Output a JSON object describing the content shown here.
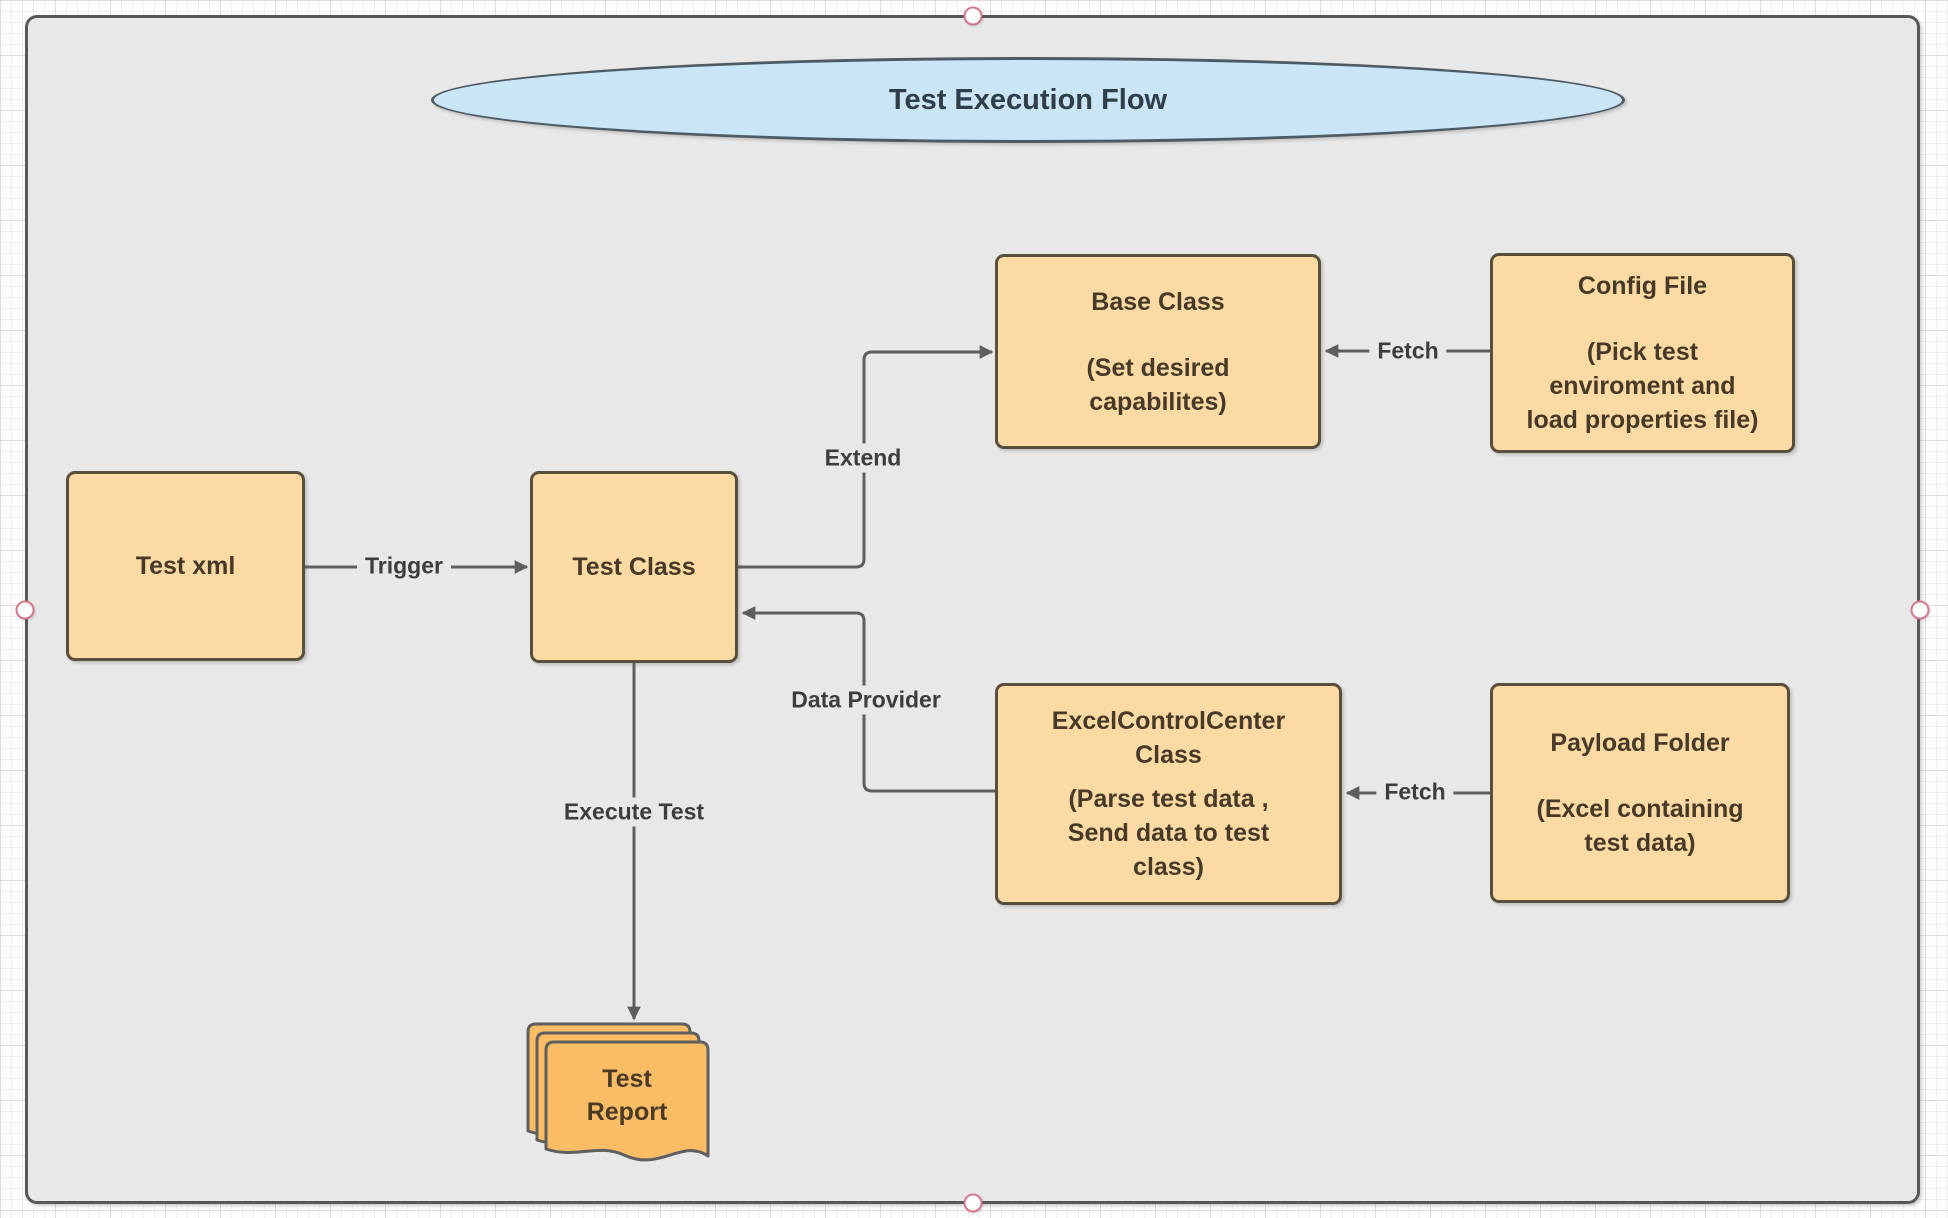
{
  "diagram": {
    "title": "Test Execution Flow",
    "nodes": {
      "test_xml": {
        "title": [
          "Test xml"
        ],
        "subtitle": []
      },
      "test_class": {
        "title": [
          "Test Class"
        ],
        "subtitle": []
      },
      "base_class": {
        "title": [
          "Base Class"
        ],
        "subtitle": [
          "(Set desired",
          "capabilites)"
        ]
      },
      "config_file": {
        "title": [
          "Config File"
        ],
        "subtitle": [
          "(Pick test",
          "enviroment and",
          "load properties file)"
        ]
      },
      "excel_control_center": {
        "title": [
          "ExcelControlCenter",
          "Class"
        ],
        "subtitle": [
          "(Parse test data ,",
          "Send data to test",
          "class)"
        ]
      },
      "payload_folder": {
        "title": [
          "Payload Folder"
        ],
        "subtitle": [
          "(Excel containing",
          "test data)"
        ]
      },
      "test_report": {
        "title": [
          "Test",
          "Report"
        ],
        "subtitle": []
      }
    },
    "connector_labels": {
      "trigger": "Trigger",
      "extend": "Extend",
      "fetch_config": "Fetch",
      "data_provider": "Data Provider",
      "fetch_payload": "Fetch",
      "execute_test": "Execute Test"
    },
    "colors": {
      "node_fill": "#fcdaa4",
      "node_border": "#594f3d",
      "ellipse_fill": "#c9e5f6",
      "ellipse_border": "#4d5a63",
      "document_fill": "#fbbc66",
      "connector": "#5e5e5e",
      "container_fill": "#e8e8e8",
      "container_border": "#56585a",
      "selection_handle": "#d4788a"
    }
  }
}
